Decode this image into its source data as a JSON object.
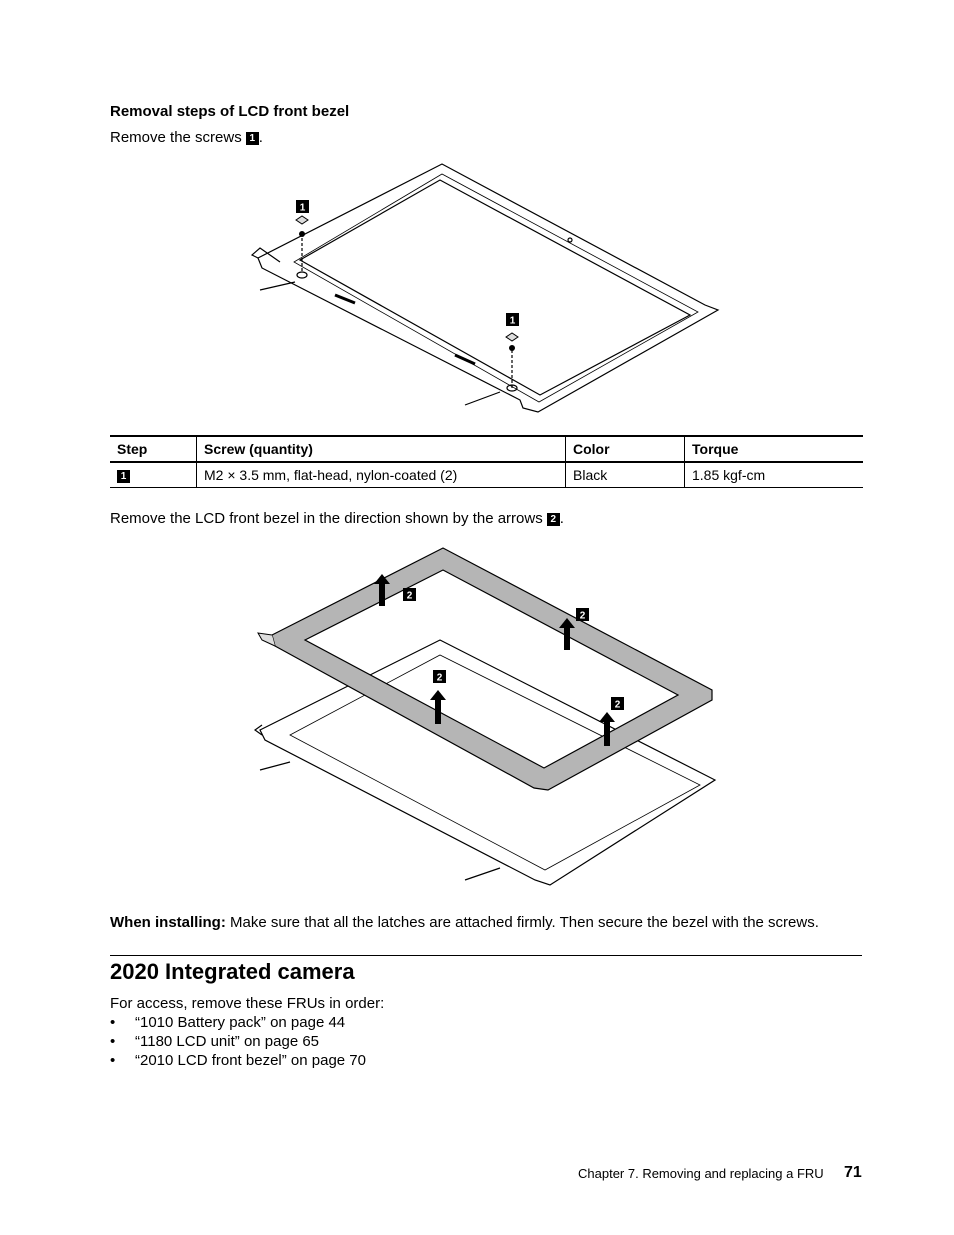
{
  "removal": {
    "heading": "Removal steps of LCD front bezel",
    "step1_text": "Remove the screws",
    "step1_badge": "1",
    "step2_text": "Remove the LCD front bezel in the direction shown by the arrows",
    "step2_badge": "2"
  },
  "figure1": {
    "callouts": [
      "1",
      "1"
    ]
  },
  "screw_table": {
    "headers": [
      "Step",
      "Screw (quantity)",
      "Color",
      "Torque"
    ],
    "rows": [
      {
        "step": "1",
        "screw": "M2 × 3.5 mm, flat-head, nylon-coated (2)",
        "color": "Black",
        "torque": "1.85 kgf-cm"
      }
    ]
  },
  "figure2": {
    "callouts": [
      "2",
      "2",
      "2",
      "2"
    ]
  },
  "installing": {
    "label": "When installing:",
    "text": "Make sure that all the latches are attached firmly. Then secure the bezel with the screws."
  },
  "camera_section": {
    "title": "2020 Integrated camera",
    "intro": "For access, remove these FRUs in order:",
    "items": [
      "“1010 Battery pack” on page 44",
      "“1180 LCD unit” on page 65",
      "“2010 LCD front bezel” on page 70"
    ]
  },
  "footer": {
    "chapter": "Chapter 7. Removing and replacing a FRU",
    "page": "71"
  }
}
